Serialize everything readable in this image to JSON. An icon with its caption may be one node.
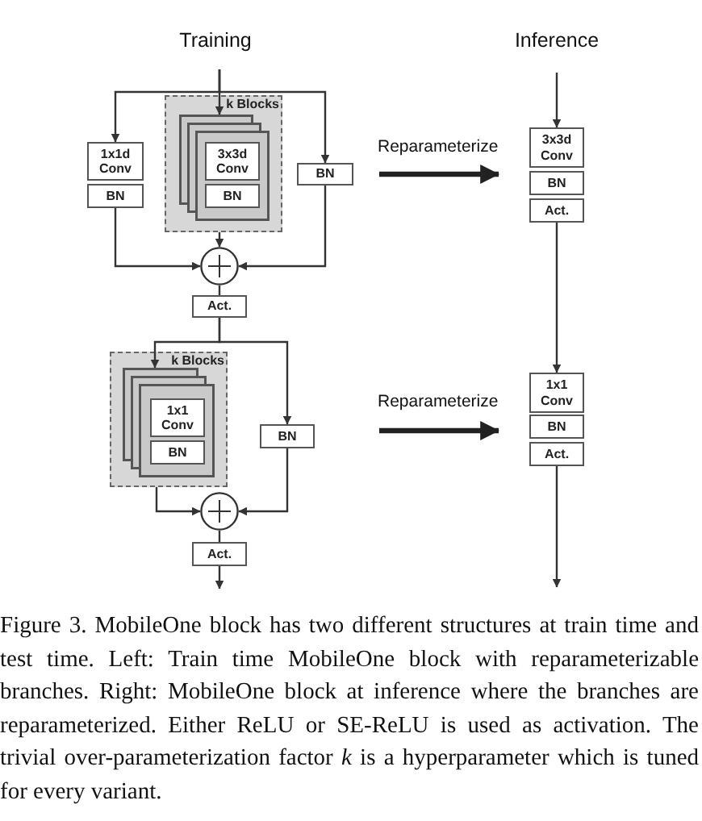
{
  "diagram": {
    "nodes": [
      {
        "text": [
          "1x1d Conv"
        ]
      },
      {
        "text": [
          "BN"
        ]
      },
      {
        "text": [
          "k Blocks"
        ]
      },
      {
        "text": [],
        "shape": "box",
        "in": 2
      },
      {
        "text": [
          "3x3d Conv"
        ],
        "in": 3
      },
      {
        "text": [
          "BN"
        ],
        "in": 3
      },
      {
        "text": [
          "BN"
        ]
      },
      {
        "text": [],
        "shape": "circle"
      },
      {
        "text": [
          "Act."
        ]
      },
      {
        "text": [
          "k Blocks"
        ]
      },
      {
        "text": [],
        "shape": "box",
        "in": 9
      },
      {
        "text": [
          "1x1 Conv"
        ],
        "in": 10
      },
      {
        "text": [
          "BN"
        ],
        "in": 10
      },
      {
        "text": [
          "BN"
        ]
      },
      {
        "text": [],
        "shape": "circle"
      },
      {
        "text": [
          "Act."
        ]
      },
      {
        "text": [
          "3x3d Conv"
        ]
      },
      {
        "text": [
          "BN"
        ]
      },
      {
        "text": [
          "Act."
        ]
      },
      {
        "text": [
          "1x1 Conv"
        ]
      },
      {
        "text": [
          "BN"
        ]
      },
      {
        "text": [
          "Act."
        ]
      }
    ],
    "edges": [
      {
        "from": null,
        "to": 3,
        "arrow": "to"
      },
      {
        "from": null,
        "to": 0,
        "arrow": "to"
      },
      {
        "from": null,
        "to": 6,
        "arrow": "to"
      },
      {
        "from": 1,
        "to": 7,
        "arrow": "to"
      },
      {
        "from": 2,
        "to": 7,
        "arrow": "to"
      },
      {
        "from": 6,
        "to": 7,
        "arrow": "to"
      },
      {
        "from": 7,
        "to": 8,
        "arrow": "none"
      },
      {
        "from": 8,
        "to": 10,
        "arrow": "to"
      },
      {
        "from": 8,
        "to": 13,
        "arrow": "to"
      },
      {
        "from": 9,
        "to": 14,
        "arrow": "to"
      },
      {
        "from": 13,
        "to": 14,
        "arrow": "to"
      },
      {
        "from": 14,
        "to": 15,
        "arrow": "none"
      },
      {
        "from": 15,
        "to": null,
        "arrow": "to"
      },
      {
        "from": null,
        "to": 16,
        "arrow": "to"
      },
      {
        "from": 18,
        "to": 19,
        "arrow": "to"
      },
      {
        "from": 21,
        "to": null,
        "arrow": "to"
      }
    ],
    "labels": [
      "Training",
      "Inference",
      "Reparameterize",
      "Reparameterize"
    ],
    "caption": "Figure 3. MobileOne block has two different structures at train time and test time. Left: Train time MobileOne block with reparameterizable branches. Right: MobileOne block at inference where the branches are reparameterized. Either ReLU or SE-ReLU is used as activation. The trivial over-parameterization factor *k* is a hyperparameter which is tuned for every variant."
  }
}
